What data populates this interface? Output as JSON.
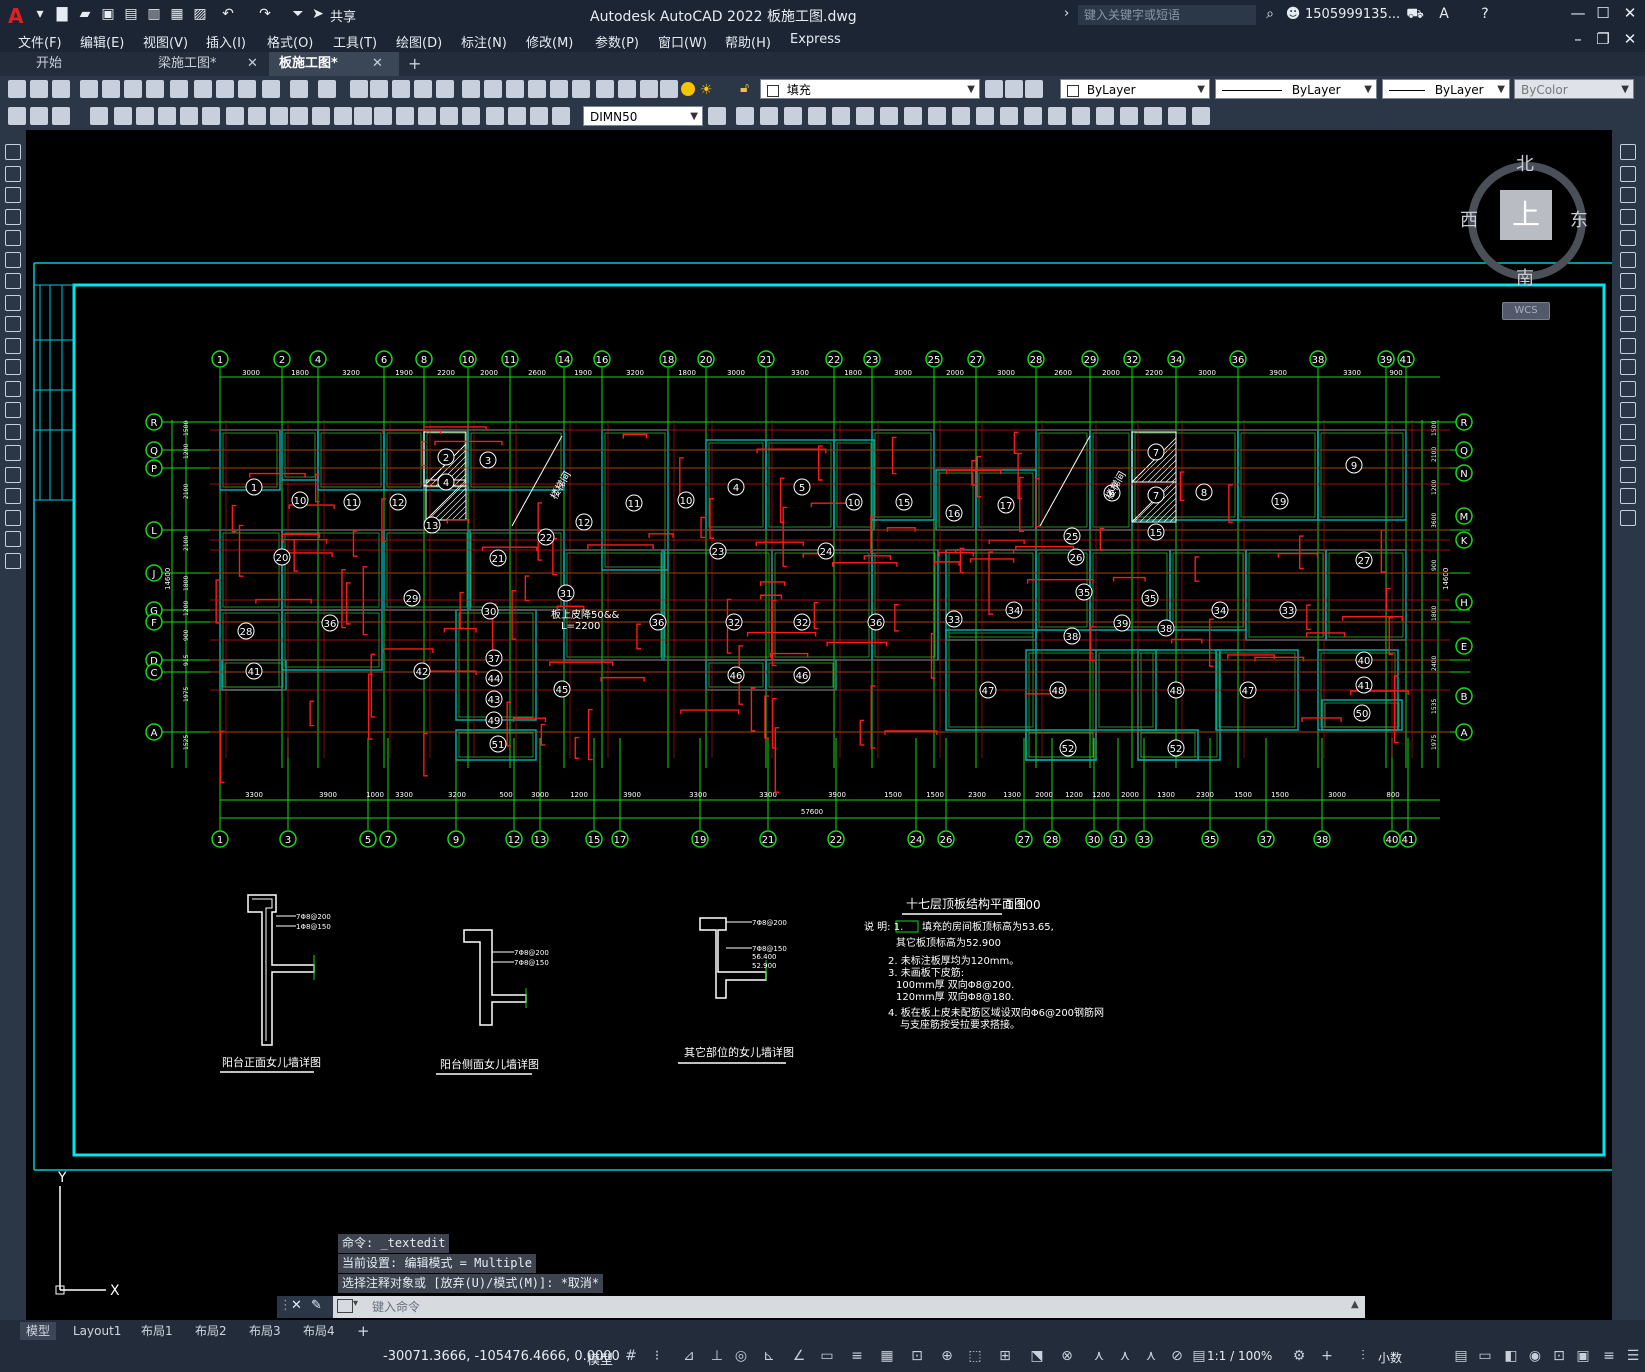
{
  "titlebar": {
    "app_title": "Autodesk AutoCAD 2022    板施工图.dwg",
    "share_label": "共享",
    "search_placeholder": "键入关键字或短语",
    "user": "1505999135...",
    "logo": "A"
  },
  "menu": [
    "文件(F)",
    "编辑(E)",
    "视图(V)",
    "插入(I)",
    "格式(O)",
    "工具(T)",
    "绘图(D)",
    "标注(N)",
    "修改(M)",
    "参数(P)",
    "窗口(W)",
    "帮助(H)",
    "Express"
  ],
  "tabs": [
    {
      "label": "开始"
    },
    {
      "label": "梁施工图*"
    },
    {
      "label": "板施工图*"
    }
  ],
  "toolbar": {
    "layer_name": "填充",
    "color": "ByLayer",
    "linetype": "ByLayer",
    "lineweight": "ByLayer",
    "plotstyle": "ByColor",
    "dimstyle": "DIMN50"
  },
  "compass": {
    "north": "北",
    "south": "南",
    "east": "东",
    "west": "西",
    "top": "上",
    "wcs": "WCS"
  },
  "drawing": {
    "top_axes": [
      "1",
      "2",
      "4",
      "6",
      "8",
      "10",
      "11",
      "14",
      "16",
      "18",
      "20",
      "21",
      "22",
      "23",
      "25",
      "27",
      "28",
      "29",
      "32",
      "34",
      "36",
      "38",
      "39",
      "41"
    ],
    "top_dims": [
      "3000",
      "1800",
      "3200",
      "1900",
      "2200",
      "2000",
      "2600",
      "1900",
      "3200",
      "1800",
      "3000",
      "3300",
      "1800",
      "3000",
      "2000",
      "3000",
      "2600",
      "2000",
      "2200",
      "3000",
      "3900",
      "3300",
      "900"
    ],
    "bottom_axes": [
      "1",
      "3",
      "5",
      "7",
      "9",
      "12",
      "13",
      "15",
      "17",
      "19",
      "21",
      "22",
      "24",
      "26",
      "27",
      "28",
      "30",
      "31",
      "33",
      "35",
      "37",
      "38",
      "40",
      "41"
    ],
    "bottom_dims": [
      "3300",
      "3900",
      "1000",
      "3300",
      "3200",
      "500",
      "3000",
      "1200",
      "3900",
      "3300",
      "3300",
      "3900",
      "1500",
      "1500",
      "2300",
      "1300",
      "2000",
      "1200",
      "1200",
      "2000",
      "1300",
      "2300",
      "1500",
      "1500",
      "3000",
      "800"
    ],
    "total_dim": "57600",
    "left_axes": [
      "R",
      "Q",
      "P",
      "L",
      "J",
      "G",
      "F",
      "D",
      "C",
      "A"
    ],
    "right_axes": [
      "R",
      "Q",
      "N",
      "M",
      "K",
      "H",
      "E",
      "B",
      "A"
    ],
    "left_dims": [
      "1500",
      "1200",
      "2100",
      "2100",
      "1800",
      "1200",
      "900",
      "915",
      "1975",
      "1525"
    ],
    "left_total": "14600",
    "right_total": "14600",
    "right_dims": [
      "1500",
      "2100",
      "1200",
      "3600",
      "900",
      "1800",
      "2400",
      "1535",
      "1975"
    ],
    "annotation": "板上皮降50&&",
    "annotation2": "L=2200",
    "stair_label": "楼梯间",
    "title": "十七层顶板结构平面图",
    "scale": "1:100",
    "notes": [
      "说 明: 1.",
      "填充的房间板顶标高为53.65,",
      "其它板顶标高为52.900",
      "2. 未标注板厚均为120mm。",
      "3. 未画板下皮筋:",
      "100mm厚 双向Φ8@200.",
      "120mm厚 双向Φ8@180.",
      "4. 板在板上皮未配筋区域设双向Φ6@200钢筋网",
      "与支座筋按受拉要求搭接。"
    ],
    "detail_titles": [
      "阳台正面女儿墙详图",
      "阳台侧面女儿墙详图",
      "其它部位的女儿墙详图"
    ],
    "detail_notes": [
      "7Φ8@200",
      "1Φ8@150",
      "7Φ8@200",
      "7Φ8@150",
      "7Φ8@200",
      "7Φ8@150",
      "56.400",
      "52.900"
    ]
  },
  "command": {
    "history": [
      "命令: _textedit",
      "当前设置: 编辑模式 = Multiple",
      "选择注释对象或 [放弃(U)/模式(M)]: *取消*"
    ],
    "placeholder": "键入命令"
  },
  "layouts": [
    "模型",
    "Layout1",
    "布局1",
    "布局2",
    "布局3",
    "布局4"
  ],
  "status": {
    "coords": "-30071.3666, -105476.4666, 0.0000",
    "model": "模型",
    "scale": "1:1 / 100%",
    "units": "小数"
  },
  "colors": {
    "accent_cyan": "#00e5ee",
    "grid_green": "#18d818",
    "rebar_red": "#ff1a1a",
    "beam_teal": "#00a8a8",
    "dim_white": "#ffffff"
  }
}
